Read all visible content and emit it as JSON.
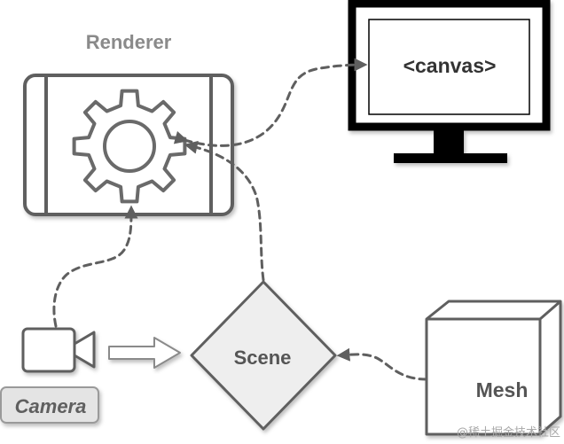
{
  "nodes": {
    "renderer": {
      "label": "Renderer",
      "icon": "gear-icon"
    },
    "canvas": {
      "label": "<canvas>",
      "icon": "monitor-icon"
    },
    "camera": {
      "label": "Camera",
      "icon": "video-camera-icon"
    },
    "scene": {
      "label": "Scene"
    },
    "mesh": {
      "label": "Mesh",
      "icon": "cube-icon"
    }
  },
  "edges": [
    {
      "from": "renderer",
      "to": "canvas",
      "style": "dashed"
    },
    {
      "from": "scene",
      "to": "renderer",
      "style": "dashed"
    },
    {
      "from": "camera",
      "to": "renderer",
      "style": "dashed"
    },
    {
      "from": "camera",
      "to": "scene",
      "style": "hollow-arrow"
    },
    {
      "from": "mesh",
      "to": "scene",
      "style": "dashed"
    }
  ],
  "watermark": "@稀土掘金技术社区",
  "colors": {
    "stroke": "#5f5f5f",
    "canvas_text": "#333333",
    "label_gray": "#8a8a8a",
    "fill_light": "#eeeeee",
    "badge_fill": "#e4e4e4"
  }
}
